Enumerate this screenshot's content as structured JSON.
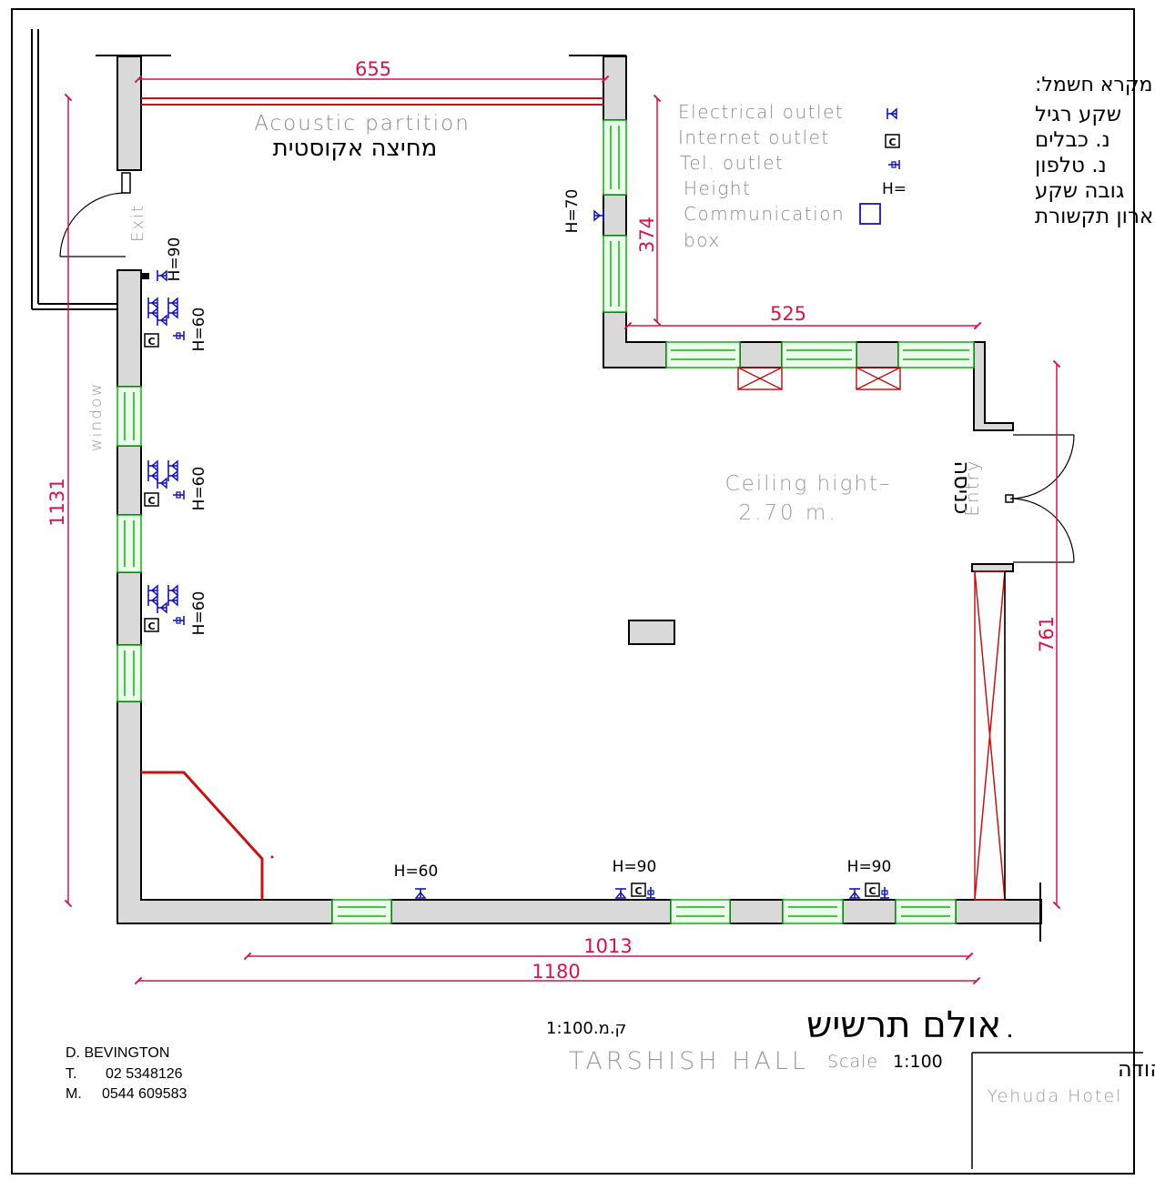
{
  "legend": {
    "title": "מקרא חשמל:",
    "rows": [
      {
        "en": "Electrical outlet",
        "he": "שקע רגיל",
        "icon": "electrical-outlet-icon"
      },
      {
        "en": "Internet outlet",
        "he": "נ. כבלים",
        "icon": "internet-outlet-icon"
      },
      {
        "en": "Tel. outlet",
        "he": "נ. טלפון",
        "icon": "tel-outlet-icon"
      },
      {
        "en": "Height",
        "he": "גובה שקע",
        "icon": "H="
      },
      {
        "en": "Communication",
        "en2": "box",
        "he": "ארון תקשורת",
        "icon": "communication-box-icon"
      }
    ]
  },
  "labels": {
    "partition_en": "Acoustic partition",
    "partition_he": "מחיצה אקוסטית",
    "exit": "Exit",
    "window": "window",
    "ceiling_line1": "Ceiling hight–",
    "ceiling_line2": "2.70 m.",
    "entry_he": "כניסה",
    "entry_en": "Entry",
    "hall_he": "אולם תרשיש",
    "scale_he": "ק.מ.1:100",
    "hall_en": "TARSHISH HALL",
    "scale_en_word": "Scale",
    "scale_en_val": "1:100",
    "hotel_he": "מלון יהודה",
    "hotel_en": "Yehuda Hotel",
    "internet_glyph": "C",
    "h_marker": "H="
  },
  "dimensions": {
    "top": "655",
    "right_upper": "374",
    "right_step": "525",
    "right_lower": "761",
    "left": "1131",
    "bottom_inner": "1013",
    "bottom_outer": "1180"
  },
  "heights": {
    "top_left": "H=90",
    "left_1": "H=60",
    "left_2": "H=60",
    "left_3": "H=60",
    "right_wall": "H=70",
    "bottom_1": "H=60",
    "bottom_2": "H=90",
    "bottom_3": "H=90"
  },
  "contact": {
    "name": "D.  BEVINGTON",
    "tel_label": "T.",
    "tel": "02  5348126",
    "mob_label": "M.",
    "mob": "0544  609583"
  },
  "colors": {
    "dimension": "#d4144a",
    "window": "#1aa81a",
    "wall_fill": "#d9d9d9",
    "icon": "#1515b8",
    "accent_red": "#c01515",
    "ink": "#000000",
    "grey_text": "#9a9a9a"
  }
}
